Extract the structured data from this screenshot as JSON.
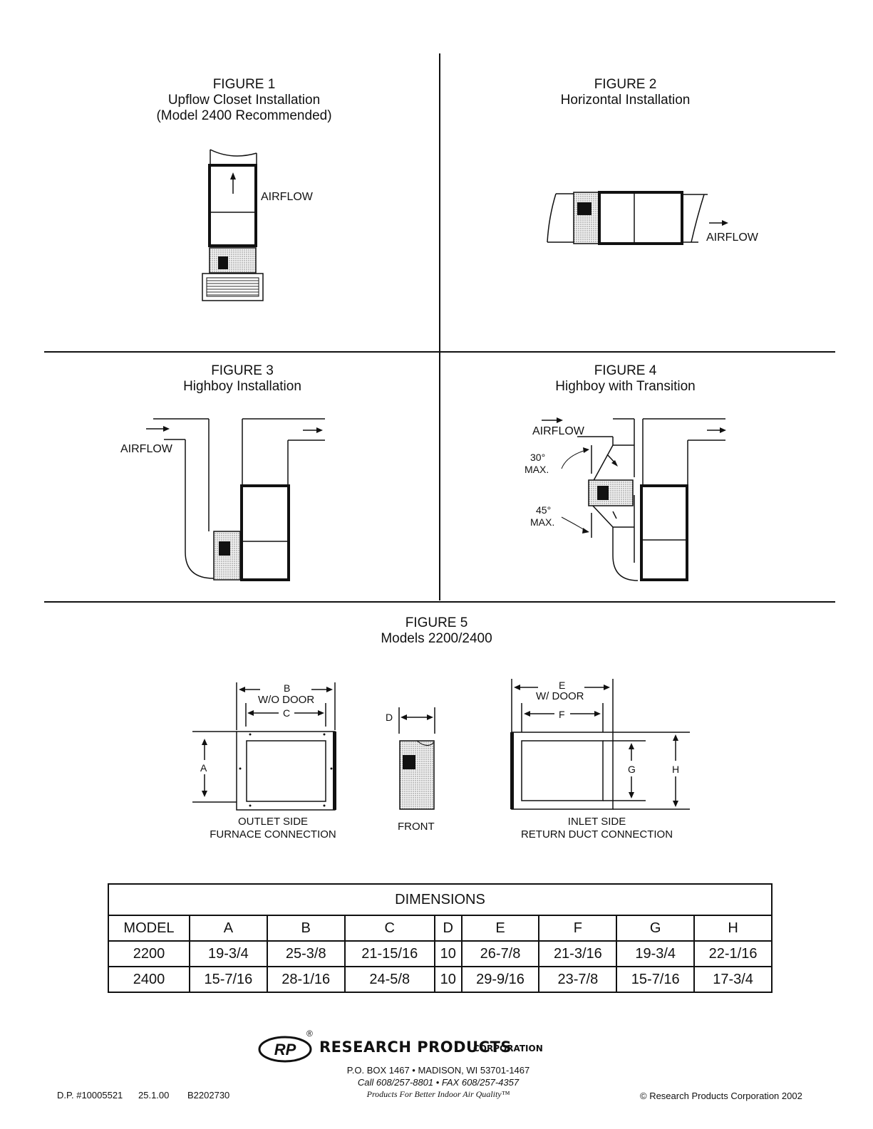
{
  "figures": {
    "fig1": {
      "title": "FIGURE 1",
      "subtitle": "Upflow Closet Installation",
      "note": "(Model 2400 Recommended)",
      "airflow": "AIRFLOW"
    },
    "fig2": {
      "title": "FIGURE 2",
      "subtitle": "Horizontal Installation",
      "airflow": "AIRFLOW"
    },
    "fig3": {
      "title": "FIGURE 3",
      "subtitle": "Highboy Installation",
      "airflow": "AIRFLOW"
    },
    "fig4": {
      "title": "FIGURE 4",
      "subtitle": "Highboy with Transition",
      "airflow": "AIRFLOW",
      "angle1_value": "30°",
      "angle1_max": "MAX.",
      "angle2_value": "45°",
      "angle2_max": "MAX."
    },
    "fig5": {
      "title": "FIGURE 5",
      "subtitle": "Models 2200/2400",
      "outlet": {
        "label_b": "B",
        "label_wo_door": "W/O DOOR",
        "label_c": "C",
        "label_a": "A",
        "caption1": "OUTLET SIDE",
        "caption2": "FURNACE CONNECTION"
      },
      "front": {
        "label_d": "D",
        "caption": "FRONT"
      },
      "inlet": {
        "label_e": "E",
        "label_w_door": "W/ DOOR",
        "label_f": "F",
        "label_g": "G",
        "label_h": "H",
        "caption1": "INLET SIDE",
        "caption2": "RETURN DUCT CONNECTION"
      }
    }
  },
  "table": {
    "title": "DIMENSIONS",
    "headers": [
      "MODEL",
      "A",
      "B",
      "C",
      "D",
      "E",
      "F",
      "G",
      "H"
    ],
    "rows": [
      [
        "2200",
        "19-3/4",
        "25-3/8",
        "21-15/16",
        "10",
        "26-7/8",
        "21-3/16",
        "19-3/4",
        "22-1/16"
      ],
      [
        "2400",
        "15-7/16",
        "28-1/16",
        "24-5/8",
        "10",
        "29-9/16",
        "23-7/8",
        "15-7/16",
        "17-3/4"
      ]
    ]
  },
  "footer": {
    "logo_mark": "RP",
    "registered": "®",
    "company": "RESEARCH PRODUCTS",
    "company_suffix": "CORPORATION",
    "address": "P.O. BOX 1467 • MADISON, WI 53701-1467",
    "phone": "Call 608/257-8801 • FAX 608/257-4357",
    "tagline": "Products For Better Indoor Air Quality™",
    "doc_number": "D.P. #10005521",
    "doc_date": "25.1.00",
    "doc_code": "B2202730",
    "copyright": "© Research Products Corporation 2002"
  }
}
